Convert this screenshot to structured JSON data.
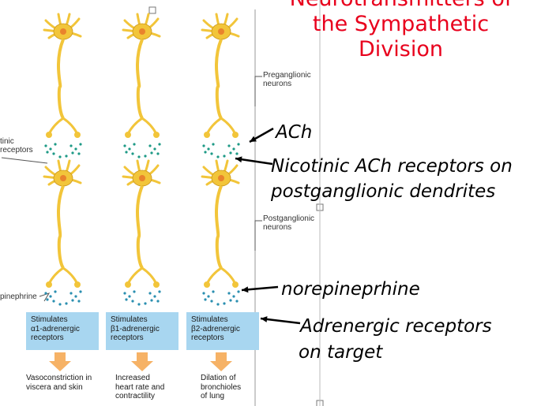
{
  "title": {
    "line1": "Neurotransmitters of",
    "line2": "the Sympathetic",
    "line3": "Division"
  },
  "figure_labels": {
    "preganglionic": [
      "Preganglionic",
      "neurons"
    ],
    "postganglionic": [
      "Postganglionic",
      "neurons"
    ],
    "nicotinic_cut": [
      "tinic",
      "receptors"
    ],
    "norepinephrine_cut": "pinephrine"
  },
  "receptor_boxes": [
    {
      "line1": "Stimulates",
      "line2": "α1-adrenergic",
      "line3": "receptors"
    },
    {
      "line1": "Stimulates",
      "line2": "β1-adrenergic",
      "line3": "receptors"
    },
    {
      "line1": "Stimulates",
      "line2": "β2-adrenergic",
      "line3": "receptors"
    }
  ],
  "effects": [
    {
      "line1": "Vasoconstriction in",
      "line2": "viscera and skin",
      "line3": ""
    },
    {
      "line1": "Increased",
      "line2": "heart rate and",
      "line3": "contractility"
    },
    {
      "line1": "Dilation of",
      "line2": "bronchioles",
      "line3": "of lung"
    }
  ],
  "annotations": {
    "ach": "ACh",
    "nicotinic_1": "Nicotinic ACh receptors on",
    "nicotinic_2": "postganglionic dendrites",
    "norepinephrine": "norepineprhine",
    "adrenergic_1": "Adrenergic receptors",
    "adrenergic_2": "on target"
  },
  "colors": {
    "neuron": "#f2c53a",
    "neuron_outline": "#c9961a",
    "nucleus": "#e9832c",
    "receptor_dot": "#1e9a86",
    "ne_dot": "#2a8fb0",
    "box": "#a8d6f0",
    "arrow": "#f6b266",
    "title": "#e8001c"
  }
}
